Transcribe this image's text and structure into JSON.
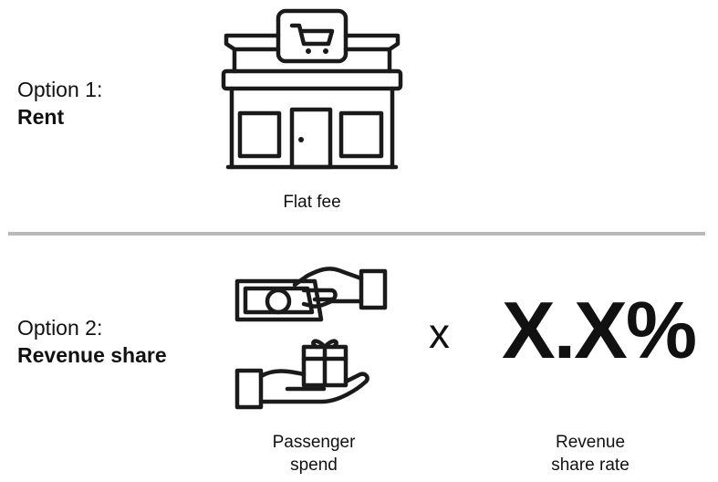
{
  "option1": {
    "label": "Option 1:",
    "name": "Rent",
    "caption": "Flat fee"
  },
  "option2": {
    "label": "Option 2:",
    "name": "Revenue share",
    "spend_caption": [
      "Passenger",
      "spend"
    ],
    "operator": "x",
    "rate_value": "X.X%",
    "rate_caption": [
      "Revenue",
      "share rate"
    ]
  },
  "icons": {
    "store": "storefront-cart-icon",
    "money": "cash-handover-gift-icon"
  },
  "colors": {
    "divider": "#b9b9b9",
    "ink": "#1a1a1a"
  }
}
